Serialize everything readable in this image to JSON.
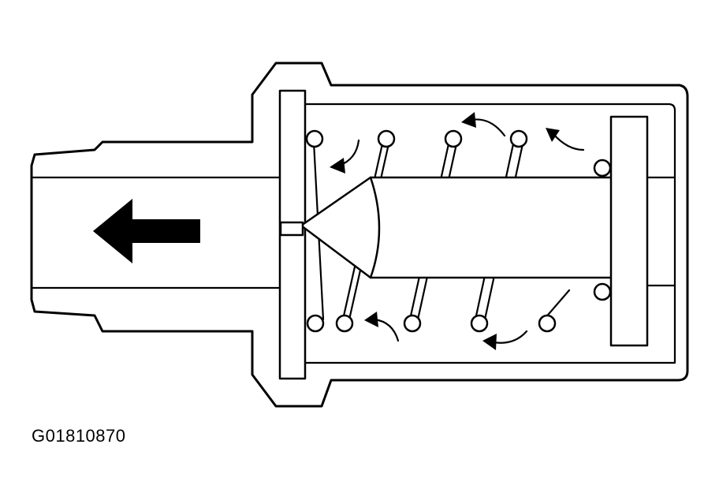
{
  "figure": {
    "code": "G01810870",
    "line_color": "#000000",
    "background": "#ffffff"
  },
  "parts": {
    "flow_arrow_icon": "large-left-arrow",
    "air_flow_icons": "curved-arrow"
  }
}
